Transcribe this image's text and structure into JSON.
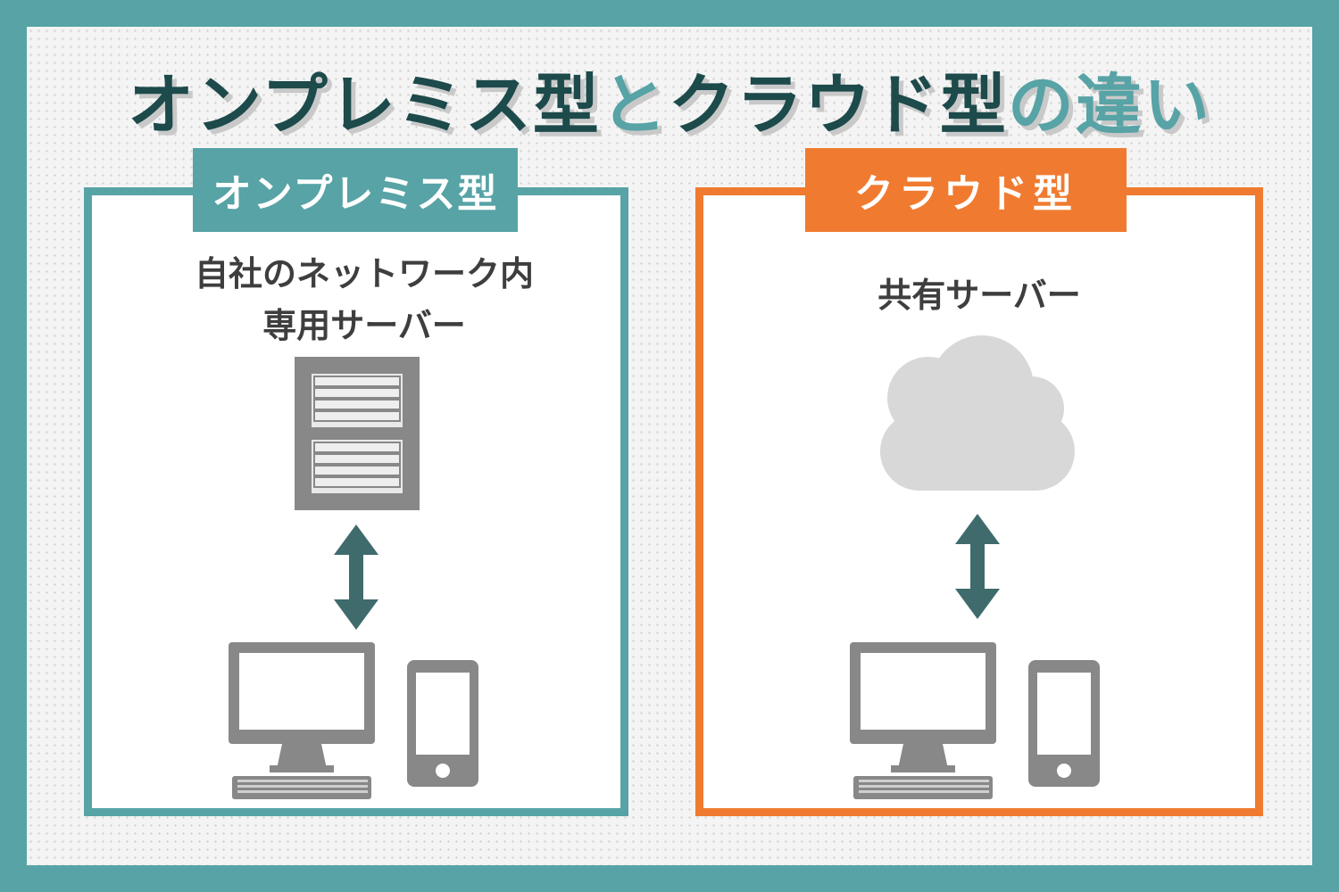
{
  "title": {
    "part1": "オンプレミス型",
    "part2": "と",
    "part3": "クラウド型",
    "part4": "の違い"
  },
  "left_panel": {
    "tab_label": "オンプレミス型",
    "caption_line1": "自社のネットワーク内",
    "caption_line2": "専用サーバー"
  },
  "right_panel": {
    "tab_label": "クラウド型",
    "caption": "共有サーバー"
  },
  "colors": {
    "frame": "#57a3a6",
    "title_dark": "#1d4a4b",
    "accent_orange": "#f07b30",
    "icon_gray": "#888888",
    "arrow": "#3f6b6d",
    "cloud": "#d8d8d8"
  },
  "icons": [
    "server-icon",
    "cloud-icon",
    "double-arrow-icon",
    "desktop-computer-icon",
    "smartphone-icon"
  ]
}
